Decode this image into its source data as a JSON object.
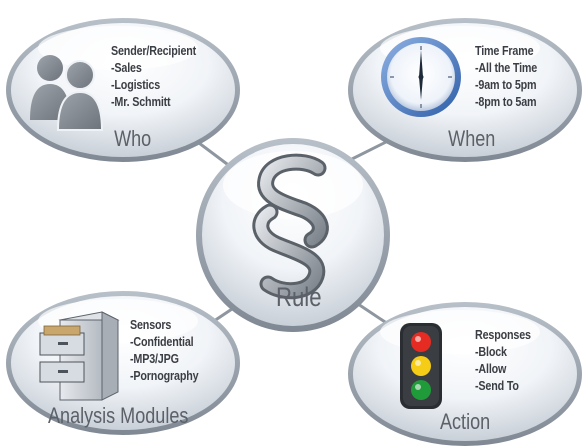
{
  "who": {
    "title": "Sender/Recipient",
    "items": [
      "-Sales",
      "-Logistics",
      "-Mr. Schmitt"
    ],
    "label": "Who"
  },
  "when": {
    "title": "Time Frame",
    "items": [
      "-All the Time",
      "-9am to 5pm",
      "-8pm to 5am"
    ],
    "label": "When"
  },
  "center": {
    "label": "Rule"
  },
  "analysis": {
    "title": "Sensors",
    "items": [
      "-Confidential",
      "-MP3/JPG",
      "-Pornography"
    ],
    "label": "Analysis Modules"
  },
  "action": {
    "title": "Responses",
    "items": [
      "-Block",
      "-Allow",
      "-Send To"
    ],
    "label": "Action"
  },
  "colors": {
    "bubble_edge": "#9aa3ad",
    "bubble_fill": "#eef2f7",
    "clock_blue": "#5b87c9",
    "traffic_red": "#e52b22",
    "traffic_yellow": "#f5cc16",
    "traffic_green": "#1f9b3a"
  }
}
